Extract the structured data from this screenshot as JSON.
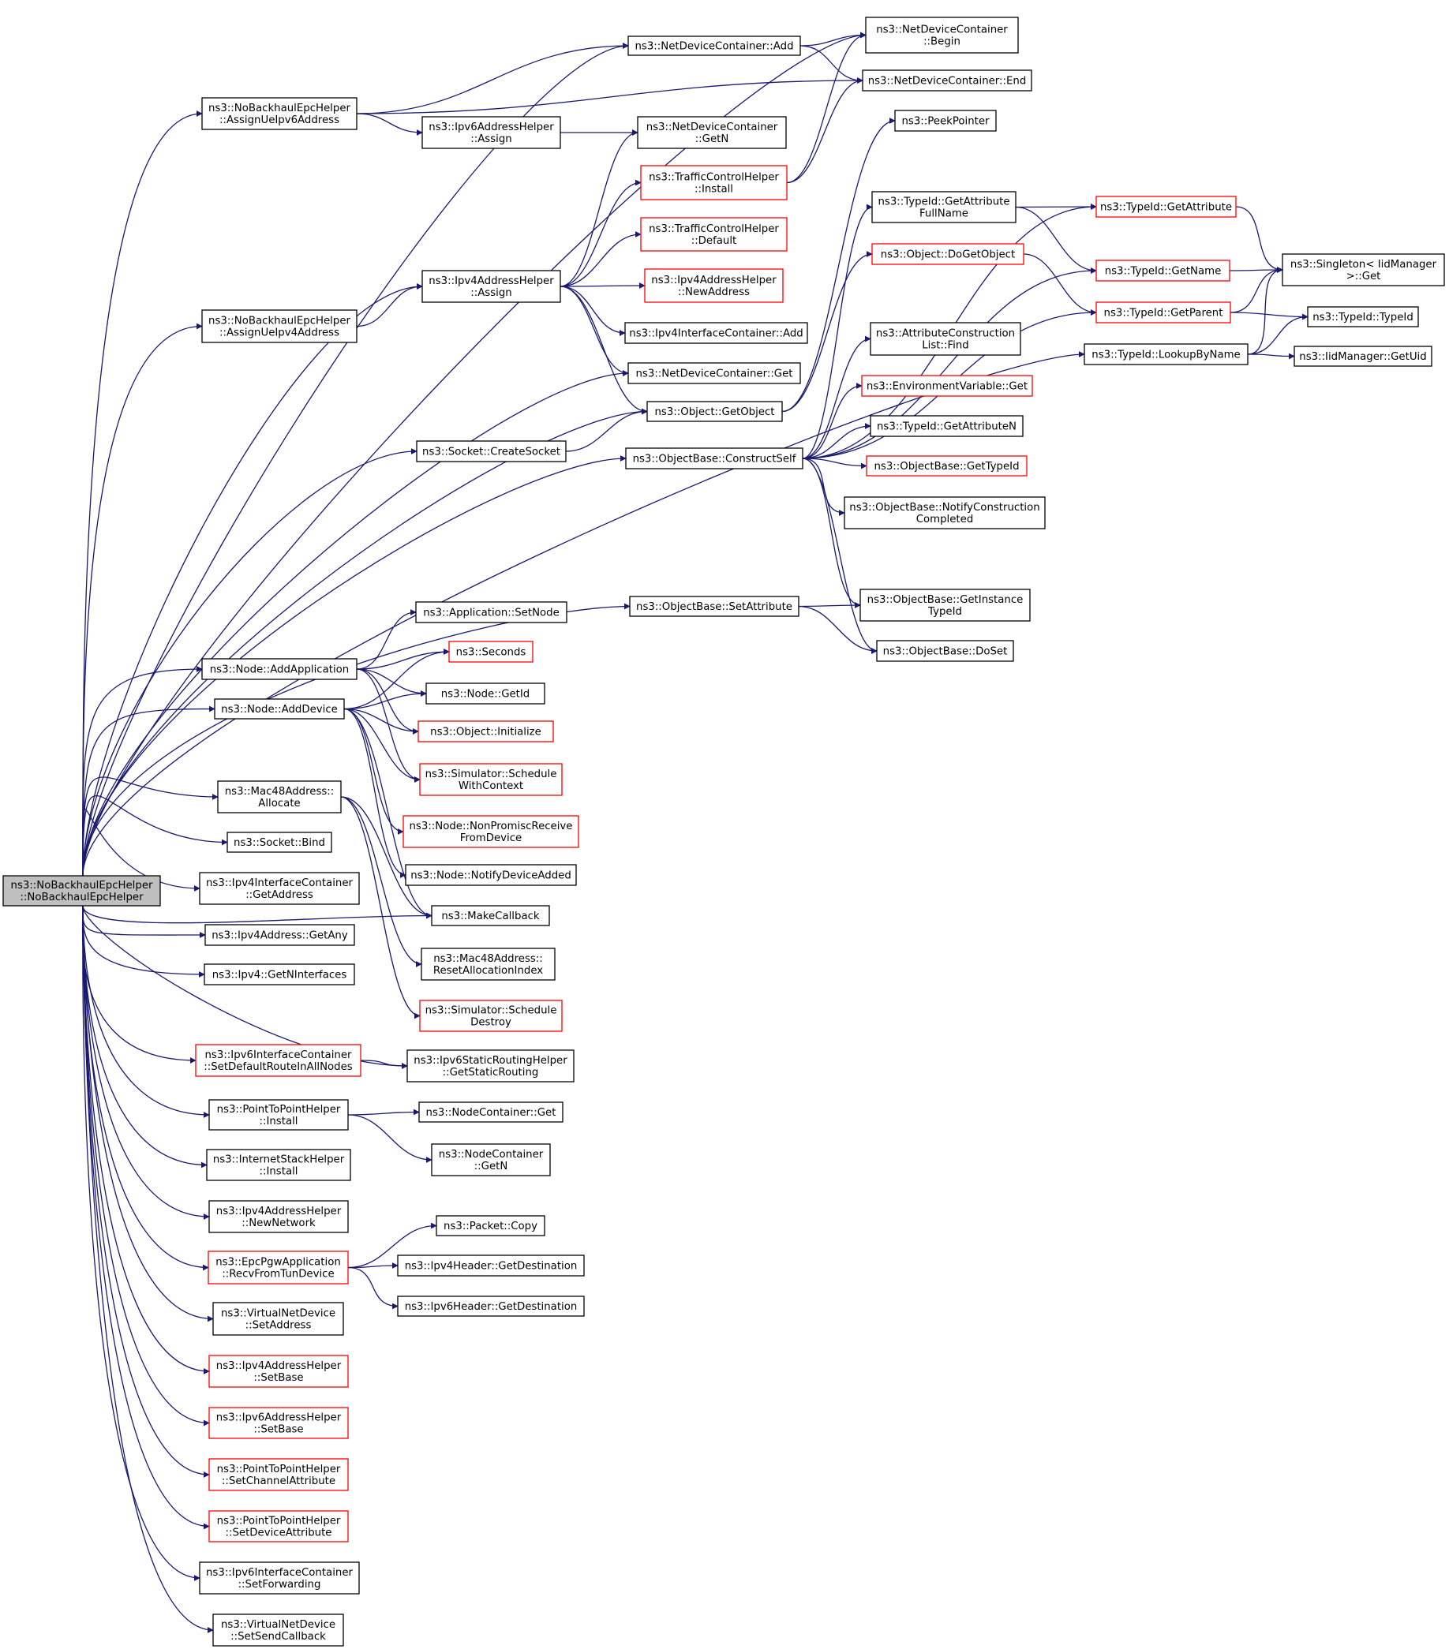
{
  "diagram": {
    "colors": {
      "edge": "#191970",
      "node_border": "#000000",
      "node_border_incomplete": "#ff0000",
      "root_fill": "#bfbfbf",
      "node_fill": "#ffffff"
    },
    "nodes": [
      {
        "id": "root",
        "lines": [
          "ns3::NoBackhaulEpcHelper",
          "::NoBackhaulEpcHelper"
        ],
        "root": true
      },
      {
        "id": "ndc_add",
        "lines": [
          "ns3::NetDeviceContainer::Add"
        ]
      },
      {
        "id": "ndc_begin",
        "lines": [
          "ns3::NetDeviceContainer",
          "::Begin"
        ]
      },
      {
        "id": "ndc_end",
        "lines": [
          "ns3::NetDeviceContainer::End"
        ]
      },
      {
        "id": "assign_ipv6",
        "lines": [
          "ns3::NoBackhaulEpcHelper",
          "::AssignUeIpv6Address"
        ]
      },
      {
        "id": "ipv6ah_assign",
        "lines": [
          "ns3::Ipv6AddressHelper",
          "::Assign"
        ]
      },
      {
        "id": "ndc_getn",
        "lines": [
          "ns3::NetDeviceContainer",
          "::GetN"
        ]
      },
      {
        "id": "peek",
        "lines": [
          "ns3::PeekPointer"
        ]
      },
      {
        "id": "tch_install",
        "lines": [
          "ns3::TrafficControlHelper",
          "::Install"
        ],
        "red": true
      },
      {
        "id": "tid_getattrfull",
        "lines": [
          "ns3::TypeId::GetAttribute",
          "FullName"
        ]
      },
      {
        "id": "tid_getattr",
        "lines": [
          "ns3::TypeId::GetAttribute"
        ],
        "red": true
      },
      {
        "id": "tch_default",
        "lines": [
          "ns3::TrafficControlHelper",
          "::Default"
        ],
        "red": true
      },
      {
        "id": "obj_dogetobject",
        "lines": [
          "ns3::Object::DoGetObject"
        ],
        "red": true
      },
      {
        "id": "singleton_get",
        "lines": [
          "ns3::Singleton< IidManager",
          ">::Get"
        ]
      },
      {
        "id": "tid_getname",
        "lines": [
          "ns3::TypeId::GetName"
        ],
        "red": true
      },
      {
        "id": "ipv4ah_assign",
        "lines": [
          "ns3::Ipv4AddressHelper",
          "::Assign"
        ]
      },
      {
        "id": "ipv4ah_newaddr",
        "lines": [
          "ns3::Ipv4AddressHelper",
          "::NewAddress"
        ],
        "red": true
      },
      {
        "id": "tid_getparent",
        "lines": [
          "ns3::TypeId::GetParent"
        ],
        "red": true
      },
      {
        "id": "tid_typeid",
        "lines": [
          "ns3::TypeId::TypeId"
        ]
      },
      {
        "id": "assign_ipv4",
        "lines": [
          "ns3::NoBackhaulEpcHelper",
          "::AssignUeIpv4Address"
        ]
      },
      {
        "id": "ipv4ic_add",
        "lines": [
          "ns3::Ipv4InterfaceContainer::Add"
        ]
      },
      {
        "id": "acl_find",
        "lines": [
          "ns3::AttributeConstruction",
          "List::Find"
        ]
      },
      {
        "id": "tid_lookup",
        "lines": [
          "ns3::TypeId::LookupByName"
        ]
      },
      {
        "id": "iid_getuid",
        "lines": [
          "ns3::IidManager::GetUid"
        ]
      },
      {
        "id": "ndc_get",
        "lines": [
          "ns3::NetDeviceContainer::Get"
        ]
      },
      {
        "id": "env_get",
        "lines": [
          "ns3::EnvironmentVariable::Get"
        ],
        "red": true
      },
      {
        "id": "obj_getobject",
        "lines": [
          "ns3::Object::GetObject"
        ]
      },
      {
        "id": "tid_getattrn",
        "lines": [
          "ns3::TypeId::GetAttributeN"
        ]
      },
      {
        "id": "sock_create",
        "lines": [
          "ns3::Socket::CreateSocket"
        ]
      },
      {
        "id": "ob_construct",
        "lines": [
          "ns3::ObjectBase::ConstructSelf"
        ]
      },
      {
        "id": "ob_gettypeid",
        "lines": [
          "ns3::ObjectBase::GetTypeId"
        ],
        "red": true
      },
      {
        "id": "ob_notify",
        "lines": [
          "ns3::ObjectBase::NotifyConstruction",
          "Completed"
        ]
      },
      {
        "id": "ob_getinst",
        "lines": [
          "ns3::ObjectBase::GetInstance",
          "TypeId"
        ]
      },
      {
        "id": "ob_setattr",
        "lines": [
          "ns3::ObjectBase::SetAttribute"
        ]
      },
      {
        "id": "app_setnode",
        "lines": [
          "ns3::Application::SetNode"
        ]
      },
      {
        "id": "ob_doset",
        "lines": [
          "ns3::ObjectBase::DoSet"
        ]
      },
      {
        "id": "seconds",
        "lines": [
          "ns3::Seconds"
        ],
        "red": true
      },
      {
        "id": "node_addapp",
        "lines": [
          "ns3::Node::AddApplication"
        ]
      },
      {
        "id": "node_getid",
        "lines": [
          "ns3::Node::GetId"
        ]
      },
      {
        "id": "node_adddev",
        "lines": [
          "ns3::Node::AddDevice"
        ]
      },
      {
        "id": "obj_init",
        "lines": [
          "ns3::Object::Initialize"
        ],
        "red": true
      },
      {
        "id": "sim_schedctx",
        "lines": [
          "ns3::Simulator::Schedule",
          "WithContext"
        ],
        "red": true
      },
      {
        "id": "mac_alloc",
        "lines": [
          "ns3::Mac48Address::",
          "Allocate"
        ]
      },
      {
        "id": "node_nonprom",
        "lines": [
          "ns3::Node::NonPromiscReceive",
          "FromDevice"
        ],
        "red": true
      },
      {
        "id": "sock_bind",
        "lines": [
          "ns3::Socket::Bind"
        ]
      },
      {
        "id": "node_notifydev",
        "lines": [
          "ns3::Node::NotifyDeviceAdded"
        ]
      },
      {
        "id": "ipv4ic_getaddr",
        "lines": [
          "ns3::Ipv4InterfaceContainer",
          "::GetAddress"
        ]
      },
      {
        "id": "makecb",
        "lines": [
          "ns3::MakeCallback"
        ]
      },
      {
        "id": "ipv4addr_getany",
        "lines": [
          "ns3::Ipv4Address::GetAny"
        ]
      },
      {
        "id": "mac_reset",
        "lines": [
          "ns3::Mac48Address::",
          "ResetAllocationIndex"
        ]
      },
      {
        "id": "ipv4_getnif",
        "lines": [
          "ns3::Ipv4::GetNInterfaces"
        ]
      },
      {
        "id": "sim_scheddestroy",
        "lines": [
          "ns3::Simulator::Schedule",
          "Destroy"
        ],
        "red": true
      },
      {
        "id": "ipv6ic_setdef",
        "lines": [
          "ns3::Ipv6InterfaceContainer",
          "::SetDefaultRouteInAllNodes"
        ],
        "red": true
      },
      {
        "id": "ipv6srh_getstatic",
        "lines": [
          "ns3::Ipv6StaticRoutingHelper",
          "::GetStaticRouting"
        ]
      },
      {
        "id": "p2p_install",
        "lines": [
          "ns3::PointToPointHelper",
          "::Install"
        ]
      },
      {
        "id": "nc_get",
        "lines": [
          "ns3::NodeContainer::Get"
        ]
      },
      {
        "id": "inet_install",
        "lines": [
          "ns3::InternetStackHelper",
          "::Install"
        ]
      },
      {
        "id": "nc_getn",
        "lines": [
          "ns3::NodeContainer",
          "::GetN"
        ]
      },
      {
        "id": "ipv4ah_newnet",
        "lines": [
          "ns3::Ipv4AddressHelper",
          "::NewNetwork"
        ]
      },
      {
        "id": "pkt_copy",
        "lines": [
          "ns3::Packet::Copy"
        ]
      },
      {
        "id": "pgw_recv",
        "lines": [
          "ns3::EpcPgwApplication",
          "::RecvFromTunDevice"
        ],
        "red": true
      },
      {
        "id": "ipv4hdr_getdest",
        "lines": [
          "ns3::Ipv4Header::GetDestination"
        ]
      },
      {
        "id": "ipv6hdr_getdest",
        "lines": [
          "ns3::Ipv6Header::GetDestination"
        ]
      },
      {
        "id": "vnd_setaddr",
        "lines": [
          "ns3::VirtualNetDevice",
          "::SetAddress"
        ]
      },
      {
        "id": "ipv4ah_setbase",
        "lines": [
          "ns3::Ipv4AddressHelper",
          "::SetBase"
        ],
        "red": true
      },
      {
        "id": "ipv6ah_setbase",
        "lines": [
          "ns3::Ipv6AddressHelper",
          "::SetBase"
        ],
        "red": true
      },
      {
        "id": "p2p_setchan",
        "lines": [
          "ns3::PointToPointHelper",
          "::SetChannelAttribute"
        ],
        "red": true
      },
      {
        "id": "p2p_setdev",
        "lines": [
          "ns3::PointToPointHelper",
          "::SetDeviceAttribute"
        ],
        "red": true
      },
      {
        "id": "ipv6ic_setfwd",
        "lines": [
          "ns3::Ipv6InterfaceContainer",
          "::SetForwarding"
        ]
      },
      {
        "id": "vnd_setsendcb",
        "lines": [
          "ns3::VirtualNetDevice",
          "::SetSendCallback"
        ]
      }
    ],
    "edges": [
      [
        "root",
        "ndc_add"
      ],
      [
        "root",
        "ndc_begin"
      ],
      [
        "root",
        "assign_ipv6"
      ],
      [
        "root",
        "ipv4ah_assign"
      ],
      [
        "root",
        "assign_ipv4"
      ],
      [
        "root",
        "ndc_get"
      ],
      [
        "root",
        "obj_getobject"
      ],
      [
        "root",
        "sock_create"
      ],
      [
        "root",
        "ob_construct"
      ],
      [
        "root",
        "ob_setattr"
      ],
      [
        "root",
        "tid_lookup"
      ],
      [
        "root",
        "node_addapp"
      ],
      [
        "root",
        "node_adddev"
      ],
      [
        "root",
        "makecb"
      ],
      [
        "root",
        "mac_alloc"
      ],
      [
        "root",
        "sock_bind"
      ],
      [
        "root",
        "ipv4ic_getaddr"
      ],
      [
        "root",
        "ipv4addr_getany"
      ],
      [
        "root",
        "ipv4_getnif"
      ],
      [
        "root",
        "ipv6srh_getstatic"
      ],
      [
        "root",
        "ipv6ic_setdef"
      ],
      [
        "root",
        "p2p_install"
      ],
      [
        "root",
        "inet_install"
      ],
      [
        "root",
        "ipv4ah_newnet"
      ],
      [
        "root",
        "pgw_recv"
      ],
      [
        "root",
        "vnd_setaddr"
      ],
      [
        "root",
        "ipv4ah_setbase"
      ],
      [
        "root",
        "ipv6ah_setbase"
      ],
      [
        "root",
        "p2p_setchan"
      ],
      [
        "root",
        "p2p_setdev"
      ],
      [
        "root",
        "ipv6ic_setfwd"
      ],
      [
        "root",
        "vnd_setsendcb"
      ],
      [
        "ndc_add",
        "ndc_begin"
      ],
      [
        "ndc_add",
        "ndc_end"
      ],
      [
        "assign_ipv6",
        "ndc_add"
      ],
      [
        "assign_ipv6",
        "ndc_end"
      ],
      [
        "assign_ipv6",
        "ipv6ah_assign"
      ],
      [
        "ipv6ah_assign",
        "ndc_getn"
      ],
      [
        "tch_install",
        "ndc_begin"
      ],
      [
        "tch_install",
        "ndc_end"
      ],
      [
        "ipv4ah_assign",
        "ndc_getn"
      ],
      [
        "ipv4ah_assign",
        "tch_install"
      ],
      [
        "ipv4ah_assign",
        "tch_default"
      ],
      [
        "ipv4ah_assign",
        "ipv4ah_newaddr"
      ],
      [
        "ipv4ah_assign",
        "ipv4ic_add"
      ],
      [
        "ipv4ah_assign",
        "ndc_get"
      ],
      [
        "ipv4ah_assign",
        "obj_getobject"
      ],
      [
        "assign_ipv4",
        "ipv4ah_assign"
      ],
      [
        "sock_create",
        "obj_getobject"
      ],
      [
        "obj_getobject",
        "peek"
      ],
      [
        "obj_getobject",
        "obj_dogetobject"
      ],
      [
        "ob_construct",
        "tid_getattrfull"
      ],
      [
        "ob_construct",
        "tid_getattr"
      ],
      [
        "ob_construct",
        "tid_getname"
      ],
      [
        "ob_construct",
        "acl_find"
      ],
      [
        "ob_construct",
        "env_get"
      ],
      [
        "ob_construct",
        "tid_getattrn"
      ],
      [
        "ob_construct",
        "ob_gettypeid"
      ],
      [
        "ob_construct",
        "ob_notify"
      ],
      [
        "ob_construct",
        "tid_getparent"
      ],
      [
        "ob_construct",
        "ob_getinst"
      ],
      [
        "ob_construct",
        "ob_doset"
      ],
      [
        "tid_getattrfull",
        "tid_getattr"
      ],
      [
        "tid_getattrfull",
        "tid_getname"
      ],
      [
        "tid_getattr",
        "singleton_get"
      ],
      [
        "obj_dogetobject",
        "tid_getparent"
      ],
      [
        "tid_getname",
        "singleton_get"
      ],
      [
        "tid_getparent",
        "singleton_get"
      ],
      [
        "tid_getparent",
        "tid_typeid"
      ],
      [
        "tid_lookup",
        "singleton_get"
      ],
      [
        "tid_lookup",
        "tid_typeid"
      ],
      [
        "tid_lookup",
        "iid_getuid"
      ],
      [
        "ob_setattr",
        "ob_getinst"
      ],
      [
        "ob_setattr",
        "ob_doset"
      ],
      [
        "node_addapp",
        "app_setnode"
      ],
      [
        "node_addapp",
        "seconds"
      ],
      [
        "node_addapp",
        "node_getid"
      ],
      [
        "node_addapp",
        "obj_init"
      ],
      [
        "node_addapp",
        "sim_schedctx"
      ],
      [
        "node_adddev",
        "seconds"
      ],
      [
        "node_adddev",
        "node_getid"
      ],
      [
        "node_adddev",
        "obj_init"
      ],
      [
        "node_adddev",
        "sim_schedctx"
      ],
      [
        "node_adddev",
        "node_nonprom"
      ],
      [
        "node_adddev",
        "node_notifydev"
      ],
      [
        "node_adddev",
        "makecb"
      ],
      [
        "mac_alloc",
        "makecb"
      ],
      [
        "mac_alloc",
        "mac_reset"
      ],
      [
        "mac_alloc",
        "sim_scheddestroy"
      ],
      [
        "ipv6ic_setdef",
        "ipv6srh_getstatic"
      ],
      [
        "p2p_install",
        "nc_get"
      ],
      [
        "p2p_install",
        "nc_getn"
      ],
      [
        "pgw_recv",
        "pkt_copy"
      ],
      [
        "pgw_recv",
        "ipv4hdr_getdest"
      ],
      [
        "pgw_recv",
        "ipv6hdr_getdest"
      ]
    ]
  }
}
